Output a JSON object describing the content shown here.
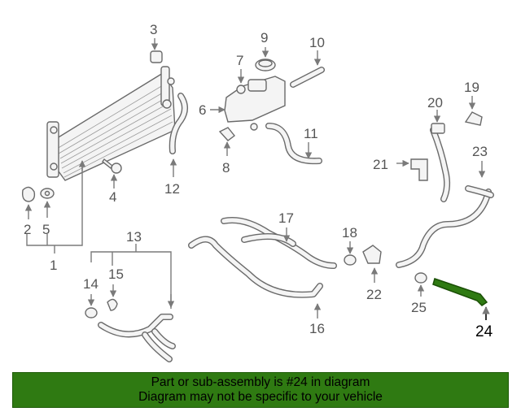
{
  "diagram": {
    "callouts": {
      "p1": "1",
      "p2": "2",
      "p3": "3",
      "p4": "4",
      "p5": "5",
      "p6": "6",
      "p7": "7",
      "p8": "8",
      "p9": "9",
      "p10": "10",
      "p11": "11",
      "p12": "12",
      "p13": "13",
      "p14": "14",
      "p15": "15",
      "p16": "16",
      "p17": "17",
      "p18": "18",
      "p19": "19",
      "p20": "20",
      "p21": "21",
      "p22": "22",
      "p23": "23",
      "p24": "24",
      "p25": "25"
    },
    "highlighted_part": "24",
    "colors": {
      "highlight": "#2f7a12",
      "line": "#6a6a6a",
      "banner": "#2f7a12"
    }
  },
  "banner": {
    "line1": "Part or sub-assembly is #24 in diagram",
    "line2": "Diagram may not be specific to your vehicle"
  }
}
